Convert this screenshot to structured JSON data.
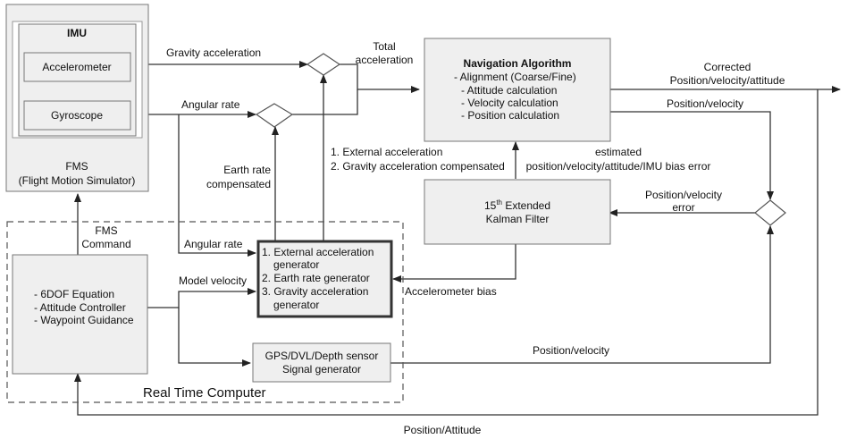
{
  "blocks": {
    "imu": {
      "title": "IMU",
      "accelerometer": "Accelerometer",
      "gyroscope": "Gyroscope"
    },
    "fms": {
      "line1": "FMS",
      "line2": "(Flight Motion Simulator)"
    },
    "nav": {
      "title": "Navigation Algorithm",
      "items": [
        "- Alignment (Coarse/Fine)",
        "- Attitude calculation",
        "- Velocity calculation",
        "- Position calculation"
      ]
    },
    "kalman": {
      "line1_num": "15",
      "line1_sup": "th",
      "line1_rest": " Extended",
      "line2": "Kalman Filter"
    },
    "generator": {
      "items": [
        "1. External acceleration",
        "generator",
        "2. Earth rate generator",
        "3. Gravity acceleration",
        "generator"
      ]
    },
    "sixdof": {
      "items": [
        "- 6DOF Equation",
        "- Attitude Controller",
        "- Waypoint Guidance"
      ]
    },
    "gps": {
      "line1": "GPS/DVL/Depth sensor",
      "line2": "Signal generator"
    },
    "rtc": {
      "label": "Real Time Computer"
    }
  },
  "labels": {
    "gravity_acc": "Gravity acceleration",
    "total_acc": [
      "Total",
      "acceleration"
    ],
    "angular_rate_top": "Angular rate",
    "corrected": [
      "Corrected",
      "Position/velocity/attitude"
    ],
    "pos_vel_right": "Position/velocity",
    "ext_acc": [
      "1. External acceleration",
      "2. Gravity acceleration compensated"
    ],
    "estimated": [
      "estimated",
      "position/velocity/attitude/IMU bias error"
    ],
    "earth_rate": [
      "Earth rate",
      "compensated"
    ],
    "pos_vel_error": [
      "Position/velocity",
      "error"
    ],
    "fms_command": [
      "FMS",
      "Command"
    ],
    "angular_rate_mid": "Angular rate",
    "model_velocity": "Model velocity",
    "accel_bias": "Accelerometer bias",
    "pos_vel_bottom": "Position/velocity",
    "pos_att": "Position/Attitude"
  }
}
